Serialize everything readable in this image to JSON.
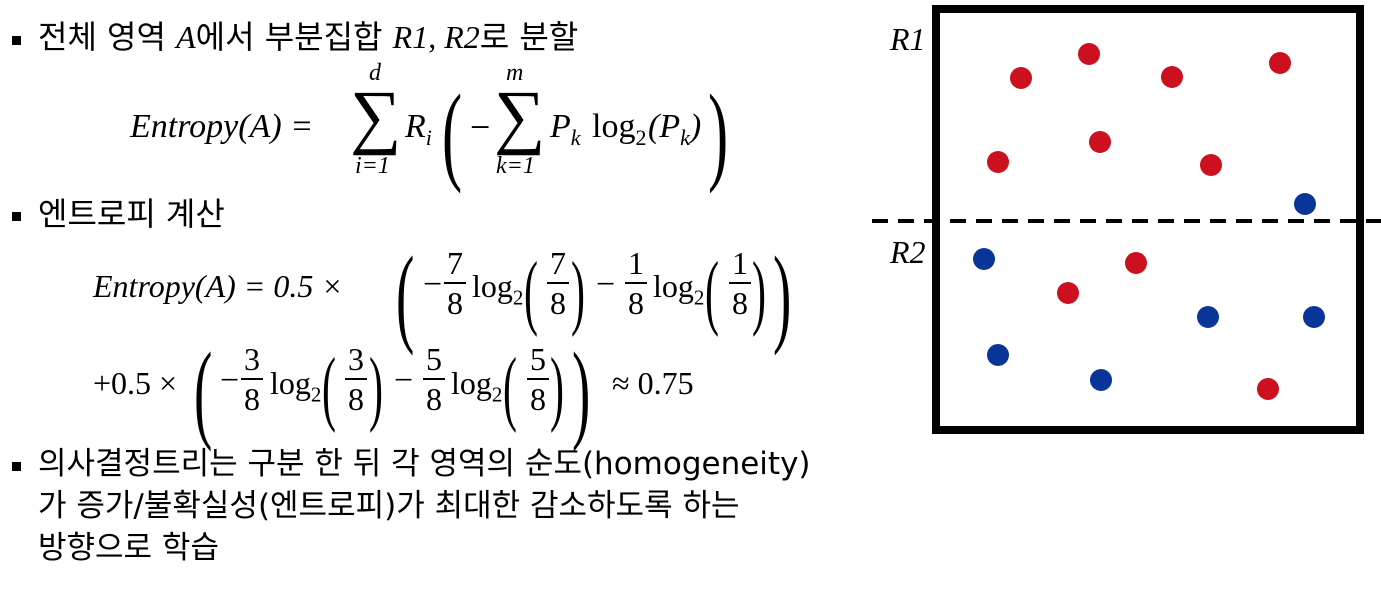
{
  "bullets": {
    "b1": {
      "pre": "전체 영역 ",
      "var_a": "A",
      "mid": "에서 부분집합 ",
      "r1": "R1",
      "comma": ", ",
      "r2": "R2",
      "post": "로 분할"
    },
    "b2": "엔트로피 계산",
    "b3": [
      "의사결정트리는 구분 한 뒤 각 영역의 순도(homogeneity)",
      "가 증가/불확실성(엔트로피)가 최대한 감소하도록 하는",
      "방향으로 학습"
    ]
  },
  "eq1": {
    "lhs": "Entropy(A) =",
    "sum_outer_top": "d",
    "sum_outer_bottom": "i=1",
    "r_i": "R",
    "r_sub": "i",
    "minus": "−",
    "sum_inner_top": "m",
    "sum_inner_bottom": "k=1",
    "pk": "P",
    "pk_sub": "k",
    "log": "log",
    "log_base": "2",
    "arg": "(P",
    "arg_sub": "k",
    "arg_close": ")"
  },
  "eq2": {
    "lhs": "Entropy(A) = 0.5 ×",
    "line2_prefix": "+0.5 ×",
    "approx": "≈ 0.75",
    "minus": "−",
    "log": "log",
    "log_base": "2",
    "f1_num": "7",
    "f1_den": "8",
    "f2_num": "1",
    "f2_den": "8",
    "f3_num": "3",
    "f3_den": "8",
    "f4_num": "5",
    "f4_den": "8"
  },
  "diagram": {
    "label_r1": "R1",
    "label_r2": "R2",
    "colors": {
      "red": "#cc1020",
      "blue": "#0a3598",
      "border": "#000000"
    },
    "region_r1": [
      {
        "color": "red"
      },
      {
        "color": "red"
      },
      {
        "color": "red"
      },
      {
        "color": "red"
      },
      {
        "color": "red"
      },
      {
        "color": "red"
      },
      {
        "color": "red"
      },
      {
        "color": "blue"
      }
    ],
    "region_r2": [
      {
        "color": "blue"
      },
      {
        "color": "red"
      },
      {
        "color": "red"
      },
      {
        "color": "blue"
      },
      {
        "color": "blue"
      },
      {
        "color": "blue"
      },
      {
        "color": "blue"
      },
      {
        "color": "red"
      }
    ]
  }
}
